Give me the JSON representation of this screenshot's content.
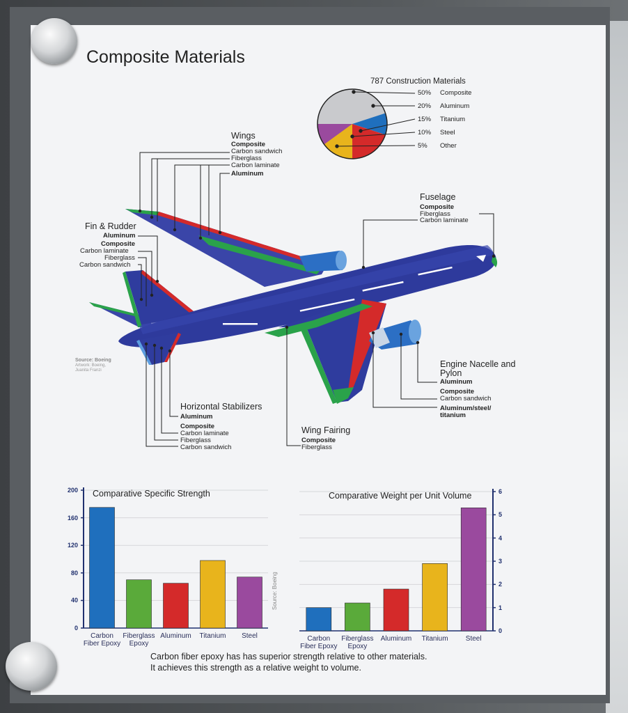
{
  "poster": {
    "title": "Composite Materials",
    "source_credit": [
      "Source: Boeing",
      "Artwork: Boeing,",
      "Juanita Franzi"
    ],
    "footer_lines": [
      "Carbon fiber epoxy has has superior strength relative to other materials.",
      "It achieves this strength as a relative weight to volume."
    ]
  },
  "pie": {
    "title": "787 Construction Materials",
    "legend": [
      {
        "pct": "50%",
        "label": "Composite",
        "color": "#1f6fbd"
      },
      {
        "pct": "20%",
        "label": "Aluminum",
        "color": "#d42a2a"
      },
      {
        "pct": "15%",
        "label": "Titanium",
        "color": "#e8b41c"
      },
      {
        "pct": "10%",
        "label": "Steel",
        "color": "#9a4a9e"
      },
      {
        "pct": "5%",
        "label": "Other",
        "color": "#bfc0c4"
      }
    ]
  },
  "callouts": {
    "wings": {
      "title": "Wings",
      "items": [
        {
          "t": "Composite",
          "bold": true
        },
        {
          "t": "Carbon sandwich"
        },
        {
          "t": "Fiberglass"
        },
        {
          "t": "Carbon laminate"
        },
        {
          "t": "Aluminum",
          "bold": true
        }
      ]
    },
    "fin": {
      "title": "Fin & Rudder",
      "items": [
        {
          "t": "Aluminum",
          "bold": true
        },
        {
          "t": "Composite",
          "bold": true
        },
        {
          "t": "Carbon laminate"
        },
        {
          "t": "Fiberglass"
        },
        {
          "t": "Carbon sandwich"
        }
      ]
    },
    "fuselage": {
      "title": "Fuselage",
      "items": [
        {
          "t": "Composite",
          "bold": true
        },
        {
          "t": "Fiberglass"
        },
        {
          "t": "Carbon laminate"
        }
      ]
    },
    "engine": {
      "title1": "Engine Nacelle and",
      "title2": "Pylon",
      "items": [
        {
          "t": "Aluminum",
          "bold": true
        },
        {
          "t": "Composite",
          "bold": true
        },
        {
          "t": "Carbon sandwich"
        },
        {
          "t": "Aluminum/steel/",
          "bold": true
        },
        {
          "t": "titanium",
          "bold": true
        }
      ]
    },
    "stabilizer": {
      "title": "Horizontal Stabilizers",
      "items": [
        {
          "t": "Aluminum",
          "bold": true
        },
        {
          "t": "Composite",
          "bold": true
        },
        {
          "t": "Carbon laminate"
        },
        {
          "t": "Fiberglass"
        },
        {
          "t": "Carbon sandwich"
        }
      ]
    },
    "fairing": {
      "title": "Wing Fairing",
      "items": [
        {
          "t": "Composite",
          "bold": true
        },
        {
          "t": "Fiberglass"
        }
      ]
    }
  },
  "chart_data": [
    {
      "type": "bar",
      "title": "Comparative Specific Strength",
      "categories": [
        "Carbon\nFiber Epoxy",
        "Fiberglass\nEpoxy",
        "Aluminum",
        "Titanium",
        "Steel"
      ],
      "values": [
        175,
        70,
        65,
        98,
        74
      ],
      "colors": [
        "#1f6fbd",
        "#5aaa3a",
        "#d42a2a",
        "#e8b41c",
        "#9a4a9e"
      ],
      "ylim": [
        0,
        200
      ],
      "yticks": [
        0,
        40,
        80,
        120,
        160,
        200
      ],
      "grid": true
    },
    {
      "type": "bar",
      "title": "Comparative Weight per Unit Volume",
      "categories": [
        "Carbon\nFiber Epoxy",
        "Fiberglass\nEpoxy",
        "Aluminum",
        "Titanium",
        "Steel"
      ],
      "values": [
        1,
        1.2,
        1.8,
        2.9,
        5.3
      ],
      "colors": [
        "#1f6fbd",
        "#5aaa3a",
        "#d42a2a",
        "#e8b41c",
        "#9a4a9e"
      ],
      "ylim": [
        0,
        6
      ],
      "yticks": [
        0,
        1,
        2,
        3,
        4,
        5,
        6
      ],
      "axis_side": "right",
      "side_note": "Source: Boeing",
      "grid": true
    }
  ]
}
